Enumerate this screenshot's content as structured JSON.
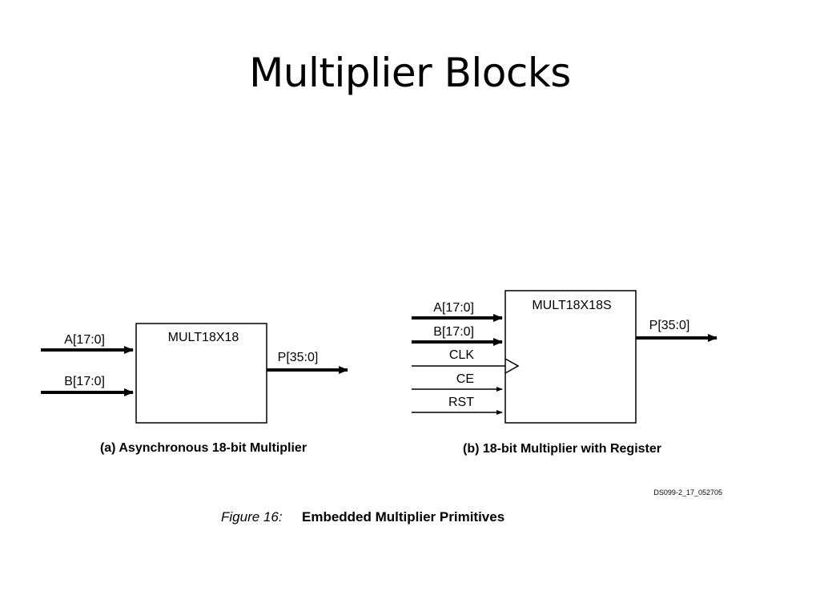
{
  "slide": {
    "title": "Multiplier Blocks"
  },
  "figure_a": {
    "block_name": "MULT18X18",
    "inputs": [
      "A[17:0]",
      "B[17:0]"
    ],
    "output": "P[35:0]",
    "caption": "(a) Asynchronous 18-bit Multiplier"
  },
  "figure_b": {
    "block_name": "MULT18X18S",
    "inputs": [
      "A[17:0]",
      "B[17:0]",
      "CLK",
      "CE",
      "RST"
    ],
    "output": "P[35:0]",
    "caption": "(b) 18-bit Multiplier with Register"
  },
  "doc_id": "DS099-2_17_052705",
  "figure_caption": {
    "number": "Figure 16:",
    "text": "Embedded Multiplier Primitives"
  }
}
